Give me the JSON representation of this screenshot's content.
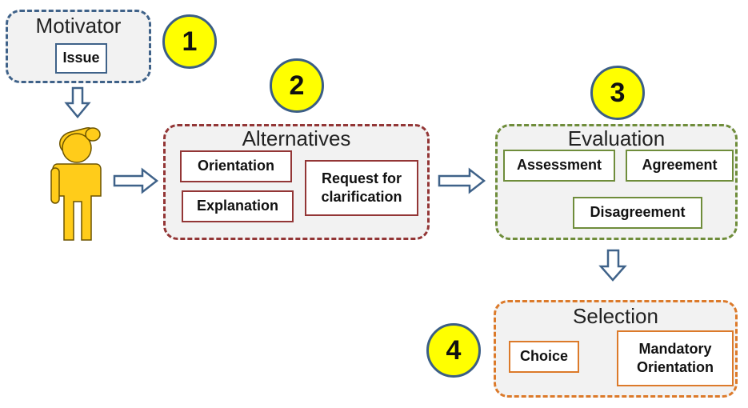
{
  "colors": {
    "motivator": "#3f6289",
    "alternatives": "#933636",
    "evaluation": "#6f8d3b",
    "selection": "#dc7a2a",
    "badge_fill": "#ffff00",
    "badge_border": "#3b5e86",
    "arrow": "#3f6289",
    "person": "#ffcc1a"
  },
  "motivator": {
    "title": "Motivator",
    "items": [
      "Issue"
    ]
  },
  "alternatives": {
    "title": "Alternatives",
    "items": [
      "Orientation",
      "Explanation",
      "Request for\nclarification"
    ]
  },
  "evaluation": {
    "title": "Evaluation",
    "items": [
      "Assessment",
      "Agreement",
      "Disagreement"
    ]
  },
  "selection": {
    "title": "Selection",
    "items": [
      "Choice",
      "Mandatory\nOrientation"
    ]
  },
  "badges": [
    "1",
    "2",
    "3",
    "4"
  ],
  "icons": {
    "person": "thinking-person-icon",
    "arrow": "outline-arrow-icon"
  }
}
